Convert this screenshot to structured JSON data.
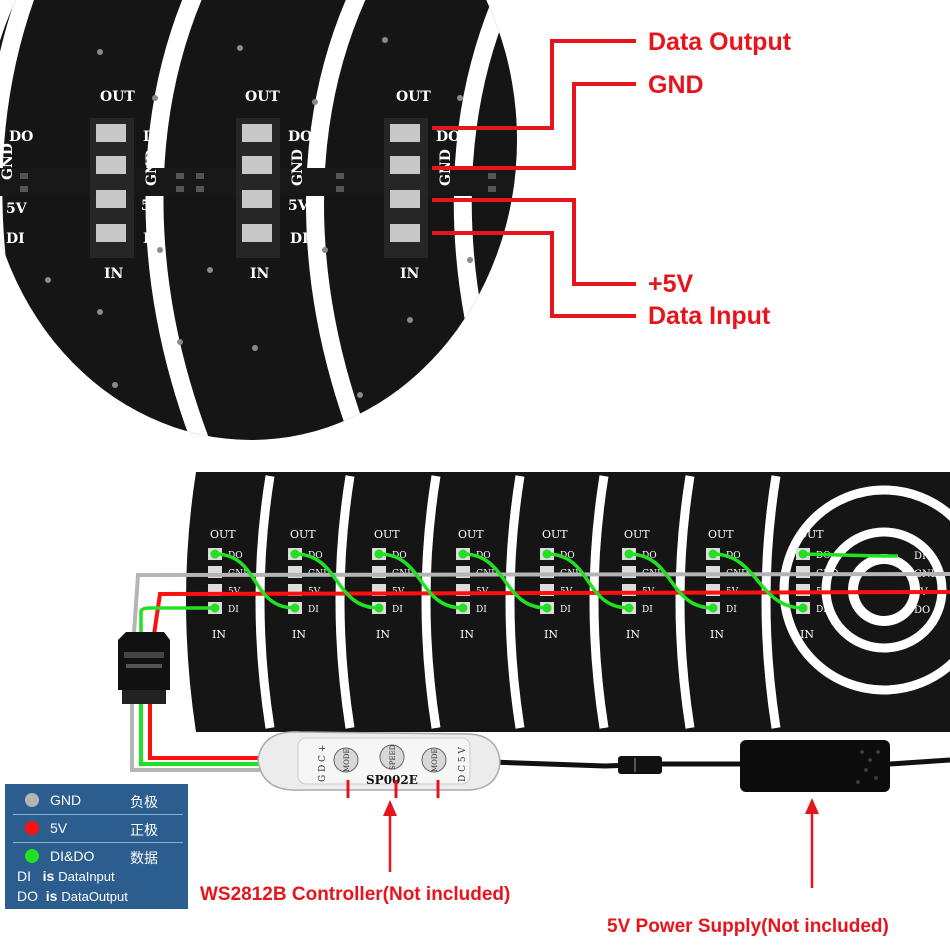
{
  "callouts": {
    "data_output": "Data Output",
    "gnd": "GND",
    "plus5v": "+5V",
    "data_input": "Data Input"
  },
  "pcb_labels": {
    "out": "OUT",
    "in": "IN",
    "do": "DO",
    "gnd": "GND",
    "v5": "5V",
    "di": "DI"
  },
  "controller": {
    "brand": "SP002E",
    "port_left": "G D C +",
    "port_right": "D C 5 V",
    "btn_mode": "MODE",
    "btn_speed": "SPEED",
    "btn_mode2": "MODE"
  },
  "legend": {
    "rows": [
      {
        "name": "GND",
        "cn": "负极",
        "color": "#b5b5b5"
      },
      {
        "name": "5V",
        "cn": "正极",
        "color": "#ff1010"
      },
      {
        "name": "DI&DO",
        "cn": "数据",
        "color": "#22e022"
      }
    ],
    "defs": [
      {
        "abbr": "DI",
        "is": "is",
        "text": "DataInput"
      },
      {
        "abbr": "DO",
        "is": "is",
        "text": "DataOutput"
      }
    ]
  },
  "notes": {
    "controller": "WS2812B Controller(Not included)",
    "power": "5V Power Supply(Not included)"
  },
  "colors": {
    "red": "#e8141c",
    "green": "#22e022",
    "gray": "#b5b5b5",
    "pcb": "#141414",
    "legend_bg": "#2b5d8e"
  }
}
